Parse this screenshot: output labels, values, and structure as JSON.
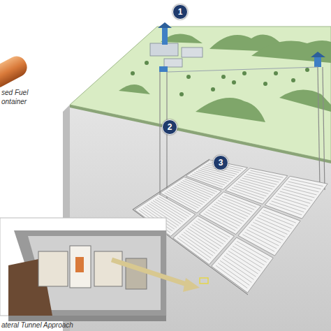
{
  "diagram": {
    "nodes": [
      {
        "text": [
          "1"
        ]
      },
      {
        "text": [
          "2"
        ]
      },
      {
        "text": [
          "3"
        ]
      }
    ],
    "labels": [
      "sed Fuel ontainer",
      "ateral Tunnel Approach"
    ]
  }
}
